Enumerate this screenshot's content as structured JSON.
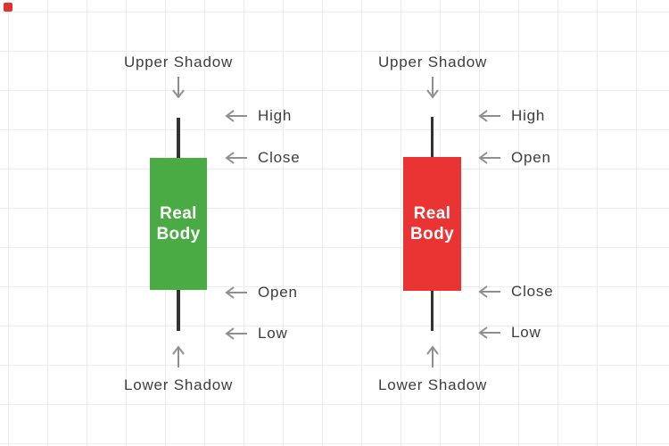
{
  "diagram": {
    "type": "candlestick-anatomy",
    "colors": {
      "bullish_green": "#4aab44",
      "bearish_red": "#ea3434",
      "wick": "#333333",
      "arrow_gray": "#8f8f8f",
      "label_text": "#3d3d3d",
      "body_text": "#ffffff",
      "grid_line": "#ededed",
      "background": "#ffffff",
      "corner_marker": "#e13232"
    },
    "candles": [
      {
        "id": "bullish",
        "body_color": "#4aab44",
        "upper_shadow_label": "Upper Shadow",
        "lower_shadow_label": "Lower Shadow",
        "real_body_lines": [
          "Real",
          "Body"
        ],
        "price_labels": [
          {
            "id": "high",
            "text": "High"
          },
          {
            "id": "close",
            "text": "Close"
          },
          {
            "id": "open",
            "text": "Open"
          },
          {
            "id": "low",
            "text": "Low"
          }
        ]
      },
      {
        "id": "bearish",
        "body_color": "#ea3434",
        "upper_shadow_label": "Upper Shadow",
        "lower_shadow_label": "Lower Shadow",
        "real_body_lines": [
          "Real",
          "Body"
        ],
        "price_labels": [
          {
            "id": "high",
            "text": "High"
          },
          {
            "id": "open",
            "text": "Open"
          },
          {
            "id": "close",
            "text": "Close"
          },
          {
            "id": "low",
            "text": "Low"
          }
        ]
      }
    ]
  }
}
